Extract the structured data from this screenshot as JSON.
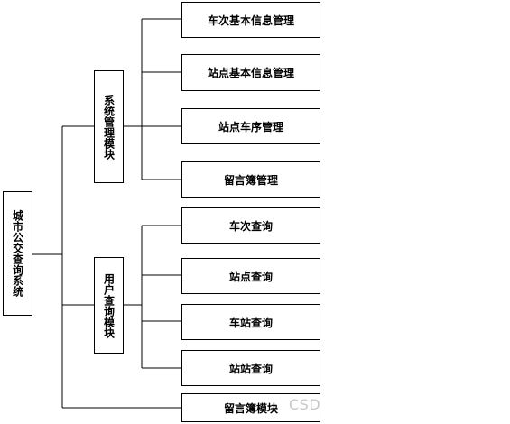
{
  "root": {
    "label": "城市公交查询系统"
  },
  "groups": [
    {
      "label": "系统管理模块",
      "children": [
        "车次基本信息管理",
        "站点基本信息管理",
        "站点车序管理",
        "留言簿管理"
      ]
    },
    {
      "label": "用户查询模块",
      "children": [
        "车次查询",
        "站点查询",
        "车站查询",
        "站站查询"
      ]
    }
  ],
  "standalone": {
    "label": "留言簿模块"
  },
  "watermark": "CSD"
}
